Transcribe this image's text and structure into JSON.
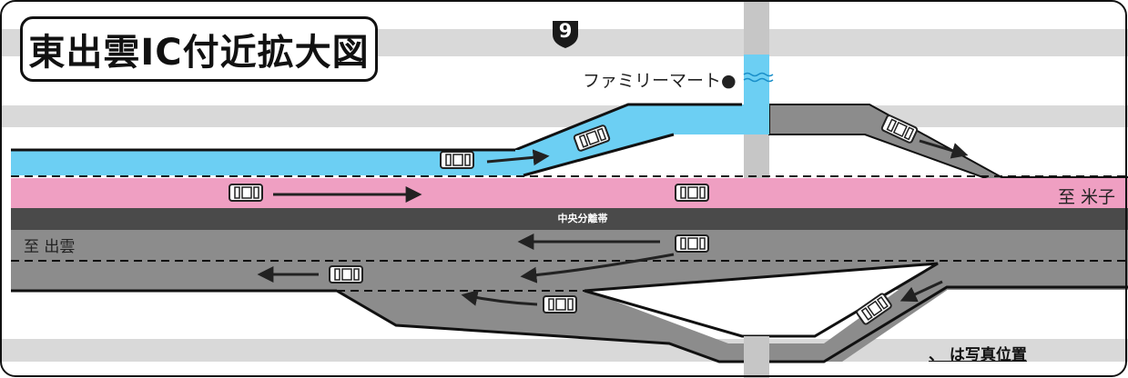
{
  "title": "東出雲IC付近拡大図",
  "route": {
    "number": "9",
    "shield_color": "#1a1a1a"
  },
  "store_label": "ファミリーマート●",
  "destinations": {
    "east": "至 米子",
    "west": "至 出雲"
  },
  "median_label": "中央分離帯",
  "photo_note": "、 は写真位置",
  "colors": {
    "eastbound_lane": "#ef9fc2",
    "exit_ramp": "#6ccff3",
    "westbound_lane": "#8c8c8c",
    "median": "#4a4a4a",
    "background_stripe": "#d9d9d9",
    "cross_road": "#c6c6c6"
  },
  "icons": [
    "car-icon",
    "arrow-icon",
    "route-shield-icon",
    "river-icon"
  ]
}
